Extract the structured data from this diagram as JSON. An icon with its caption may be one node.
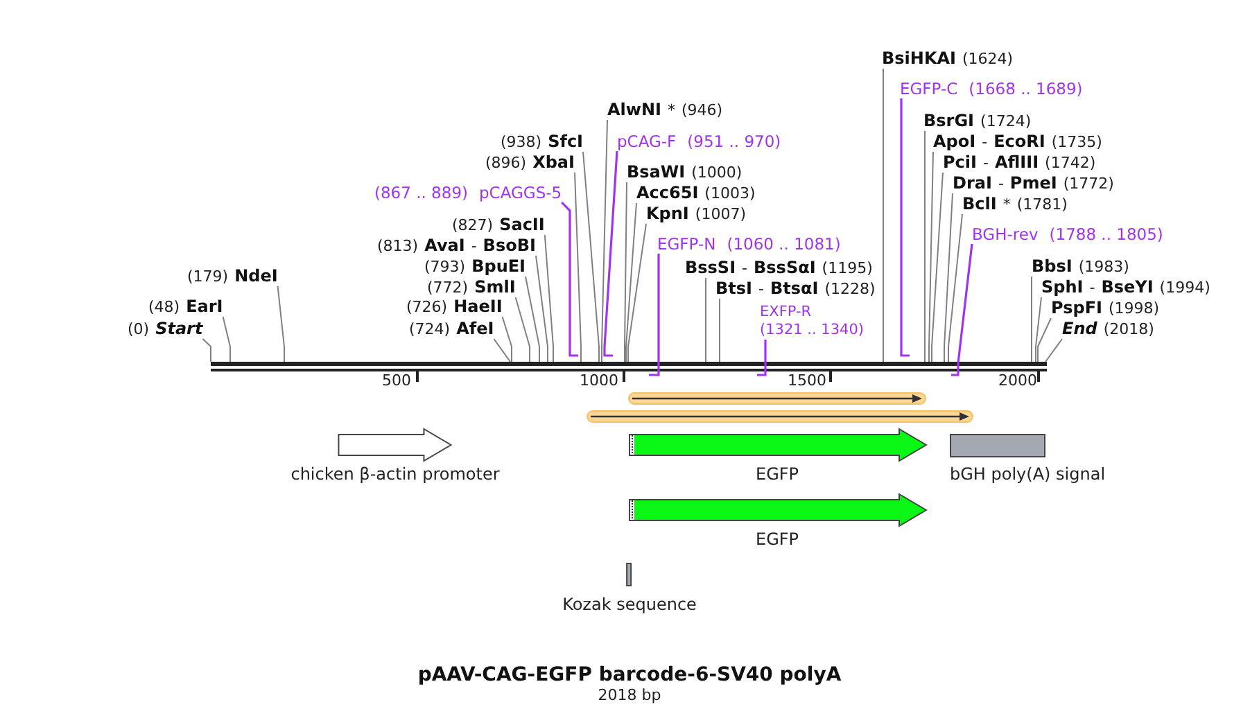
{
  "diagram": {
    "title": "pAAV-CAG-EGFP barcode-6-SV40 polyA",
    "caption": "2018 bp",
    "nodes": [
      {
        "text": [
          "(0) **Start**"
        ]
      },
      {
        "text": [
          "(48) **EarI**"
        ]
      },
      {
        "text": [
          "(179) **NdeI**"
        ]
      },
      {
        "text": [
          "(724) **AfeI**"
        ]
      },
      {
        "text": [
          "(726) **HaeII**"
        ]
      },
      {
        "text": [
          "(772) **SmlI**"
        ]
      },
      {
        "text": [
          "(793) **BpuEI**"
        ]
      },
      {
        "text": [
          "(813) **AvaI** - **BsoBI**"
        ]
      },
      {
        "text": [
          "(827) **SacII**"
        ]
      },
      {
        "text": [
          "(867 .. 889)",
          "pCAGGS-5"
        ]
      },
      {
        "text": [
          "(896) **XbaI**"
        ]
      },
      {
        "text": [
          "(938) **SfcI**"
        ]
      },
      {
        "text": [
          "**AlwNI** * (946)"
        ]
      },
      {
        "text": [
          "pCAG-F",
          "(951 .. 970)"
        ]
      },
      {
        "text": [
          "**BsaWI** (1000)"
        ]
      },
      {
        "text": [
          "**Acc65I** (1003)"
        ]
      },
      {
        "text": [
          "**KpnI** (1007)"
        ]
      },
      {
        "text": [
          "EGFP-N",
          "(1060 .. 1081)"
        ]
      },
      {
        "text": [
          "**BssSI** - **BssSαI** (1195)"
        ]
      },
      {
        "text": [
          "**BtsI** - **BtsαI** (1228)"
        ]
      },
      {
        "text": [
          "EXFP-R",
          "(1321 .. 1340)"
        ]
      },
      {
        "text": [
          "**BsiHKAI** (1624)"
        ]
      },
      {
        "text": [
          "EGFP-C",
          "(1668 .. 1689)"
        ]
      },
      {
        "text": [
          "**BsrGI** (1724)"
        ]
      },
      {
        "text": [
          "**ApoI** - **EcoRI** (1735)"
        ]
      },
      {
        "text": [
          "**PciI** - **AflIII** (1742)"
        ]
      },
      {
        "text": [
          "**DraI** - **PmeI** (1772)"
        ]
      },
      {
        "text": [
          "**BclI** * (1781)"
        ]
      },
      {
        "text": [
          "BGH-rev",
          "(1788 .. 1805)"
        ]
      },
      {
        "text": [
          "**BbsI** (1983)"
        ]
      },
      {
        "text": [
          "**SphI** - **BseYI** (1994)"
        ]
      },
      {
        "text": [
          "**PspFI** (1998)"
        ]
      },
      {
        "text": [
          "**End** (2018)"
        ]
      },
      {
        "text": [],
        "shape": "arrow"
      },
      {
        "text": [],
        "shape": "arrow"
      },
      {
        "text": [
          "chicken β-actin promoter"
        ]
      },
      {
        "text": [
          "EGFP"
        ]
      },
      {
        "text": [
          "bGH poly(A) signal"
        ]
      },
      {
        "text": [
          "EGFP"
        ]
      },
      {
        "text": [
          "Kozak sequence"
        ]
      }
    ],
    "edges": [
      {
        "from": 0,
        "to": null,
        "arrow": "none"
      },
      {
        "from": 1,
        "to": null,
        "arrow": "none"
      },
      {
        "from": 2,
        "to": null,
        "arrow": "none"
      },
      {
        "from": 3,
        "to": null,
        "arrow": "none"
      },
      {
        "from": 4,
        "to": null,
        "arrow": "none"
      },
      {
        "from": 5,
        "to": null,
        "arrow": "none"
      },
      {
        "from": 6,
        "to": null,
        "arrow": "none"
      },
      {
        "from": 7,
        "to": null,
        "arrow": "none"
      },
      {
        "from": 8,
        "to": null,
        "arrow": "none"
      },
      {
        "from": 9,
        "to": null,
        "arrow": "none",
        "color": "#a033f0"
      },
      {
        "from": 10,
        "to": null,
        "arrow": "none"
      },
      {
        "from": 11,
        "to": null,
        "arrow": "none"
      },
      {
        "from": 12,
        "to": null,
        "arrow": "none"
      },
      {
        "from": 13,
        "to": null,
        "arrow": "none",
        "color": "#a033f0"
      },
      {
        "from": 14,
        "to": null,
        "arrow": "none"
      },
      {
        "from": 15,
        "to": null,
        "arrow": "none"
      },
      {
        "from": 16,
        "to": null,
        "arrow": "none"
      },
      {
        "from": 17,
        "to": null,
        "arrow": "none",
        "color": "#a033f0"
      },
      {
        "from": 18,
        "to": null,
        "arrow": "none"
      },
      {
        "from": 19,
        "to": null,
        "arrow": "none"
      },
      {
        "from": 20,
        "to": null,
        "arrow": "none",
        "color": "#a033f0"
      },
      {
        "from": 21,
        "to": null,
        "arrow": "none"
      },
      {
        "from": 22,
        "to": null,
        "arrow": "none",
        "color": "#a033f0"
      },
      {
        "from": 23,
        "to": null,
        "arrow": "none"
      },
      {
        "from": 24,
        "to": null,
        "arrow": "none"
      },
      {
        "from": 25,
        "to": null,
        "arrow": "none"
      },
      {
        "from": 26,
        "to": null,
        "arrow": "none"
      },
      {
        "from": 27,
        "to": null,
        "arrow": "none"
      },
      {
        "from": 28,
        "to": null,
        "arrow": "none",
        "color": "#a033f0"
      },
      {
        "from": 29,
        "to": null,
        "arrow": "none"
      },
      {
        "from": 30,
        "to": null,
        "arrow": "none"
      },
      {
        "from": 31,
        "to": null,
        "arrow": "none"
      },
      {
        "from": 32,
        "to": null,
        "arrow": "none"
      }
    ],
    "labels": [
      "500",
      "1000",
      "1500",
      "2000"
    ]
  }
}
